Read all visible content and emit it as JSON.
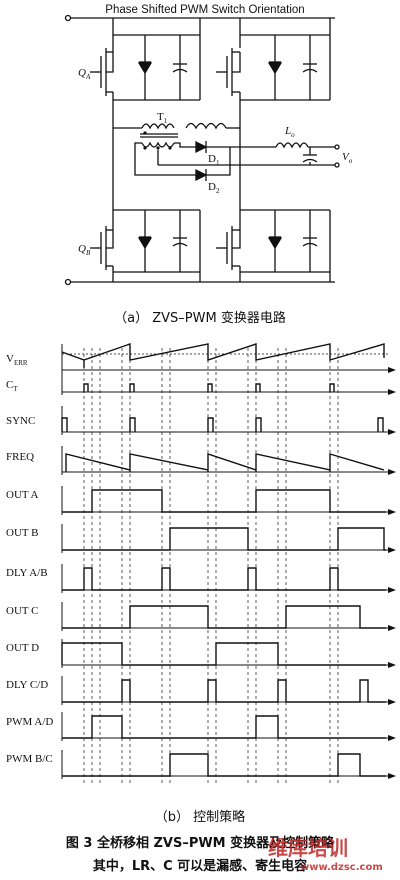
{
  "figure_a": {
    "title": "Phase Shifted PWM Switch Orientation",
    "labels": {
      "qa": "Q",
      "qa_sub": "A",
      "qb": "Q",
      "qb_sub": "B",
      "t1": "T",
      "t1_sub": "1",
      "d1": "D",
      "d1_sub": "1",
      "d2": "D",
      "d2_sub": "2",
      "lo": "L",
      "lo_sub": "o",
      "vo": "V",
      "vo_sub": "o"
    },
    "caption": "（a）  ZVS–PWM 变换器电路"
  },
  "figure_b": {
    "signals": [
      {
        "name": "V",
        "sub": "ERR",
        "kind": "ramp-err"
      },
      {
        "name": "C",
        "sub": "T",
        "kind": "ct-pulse"
      },
      {
        "name": "SYNC",
        "sub": "",
        "kind": "sync"
      },
      {
        "name": "FREQ",
        "sub": "",
        "kind": "freq"
      },
      {
        "name": "OUT A",
        "sub": "",
        "kind": "outa"
      },
      {
        "name": "OUT B",
        "sub": "",
        "kind": "outb"
      },
      {
        "name": "DLY A/B",
        "sub": "",
        "kind": "dlyab"
      },
      {
        "name": "OUT C",
        "sub": "",
        "kind": "outc"
      },
      {
        "name": "OUT D",
        "sub": "",
        "kind": "outd"
      },
      {
        "name": "DLY C/D",
        "sub": "",
        "kind": "dlycd"
      },
      {
        "name": "PWM A/D",
        "sub": "",
        "kind": "pwmad"
      },
      {
        "name": "PWM B/C",
        "sub": "",
        "kind": "pwmbc"
      }
    ],
    "caption": "（b）  控制策略"
  },
  "figure_caption": {
    "line1": "图 3   全桥移相 ZVS–PWM 变换器及控制策略",
    "line2": "其中，LR、C 可以是漏感、寄生电容"
  },
  "watermark": {
    "main": "维库培训",
    "site": "www.dzsc.com"
  }
}
